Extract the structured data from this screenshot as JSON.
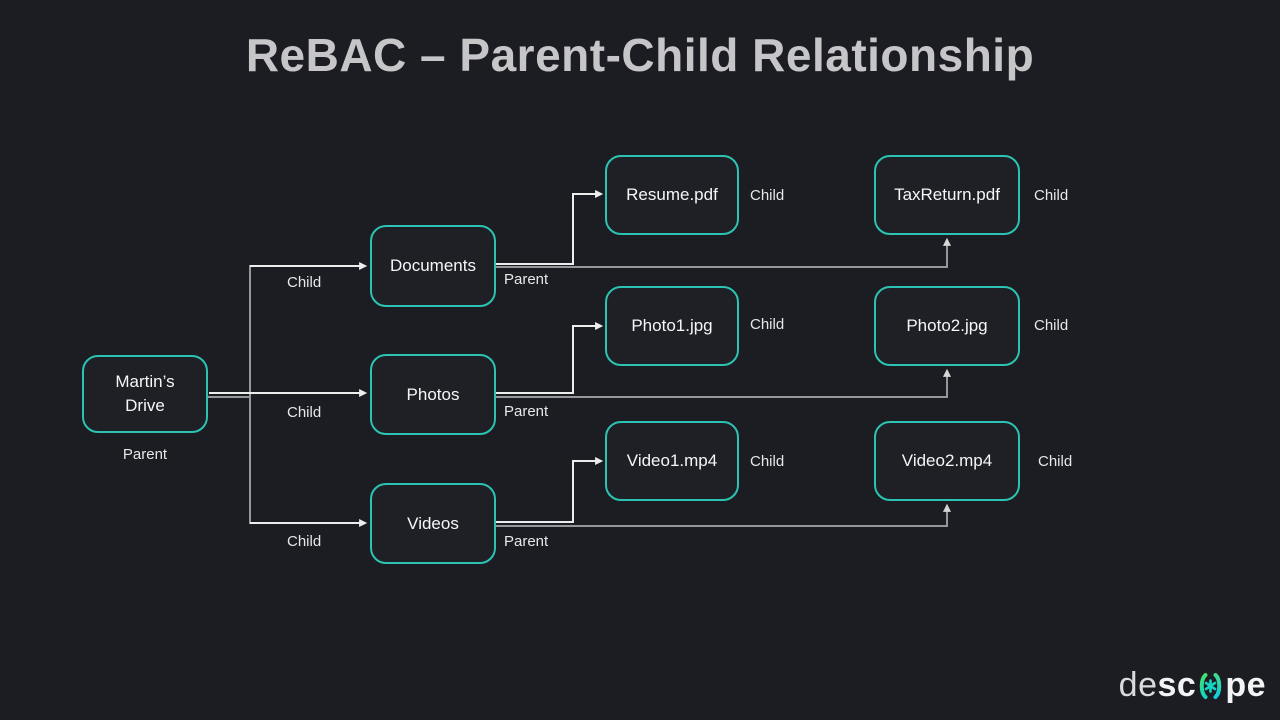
{
  "title": "ReBAC – Parent-Child Relationship",
  "nodes": {
    "drive": "Martin’s Drive",
    "documents": "Documents",
    "photos": "Photos",
    "videos": "Videos",
    "resume": "Resume.pdf",
    "taxreturn": "TaxReturn.pdf",
    "photo1": "Photo1.jpg",
    "photo2": "Photo2.jpg",
    "video1": "Video1.mp4",
    "video2": "Video2.mp4"
  },
  "tags": {
    "root_role": "Parent",
    "documents_in": "Child",
    "photos_in": "Child",
    "videos_in": "Child",
    "documents_out": "Parent",
    "photos_out": "Parent",
    "videos_out": "Parent",
    "resume": "Child",
    "taxreturn": "Child",
    "photo1": "Child",
    "photo2": "Child",
    "video1": "Child",
    "video2": "Child"
  },
  "logo": {
    "prefix": "de",
    "mid": "sc",
    "suffix": "pe"
  },
  "colors": {
    "background": "#1b1d22",
    "box-border": "#2cc3b2",
    "title-color": "#c6c6c9",
    "line-light": "#ededed",
    "line-gray": "#95979b",
    "logo-green": "#45e06f",
    "logo-cyan": "#12cfe0"
  }
}
